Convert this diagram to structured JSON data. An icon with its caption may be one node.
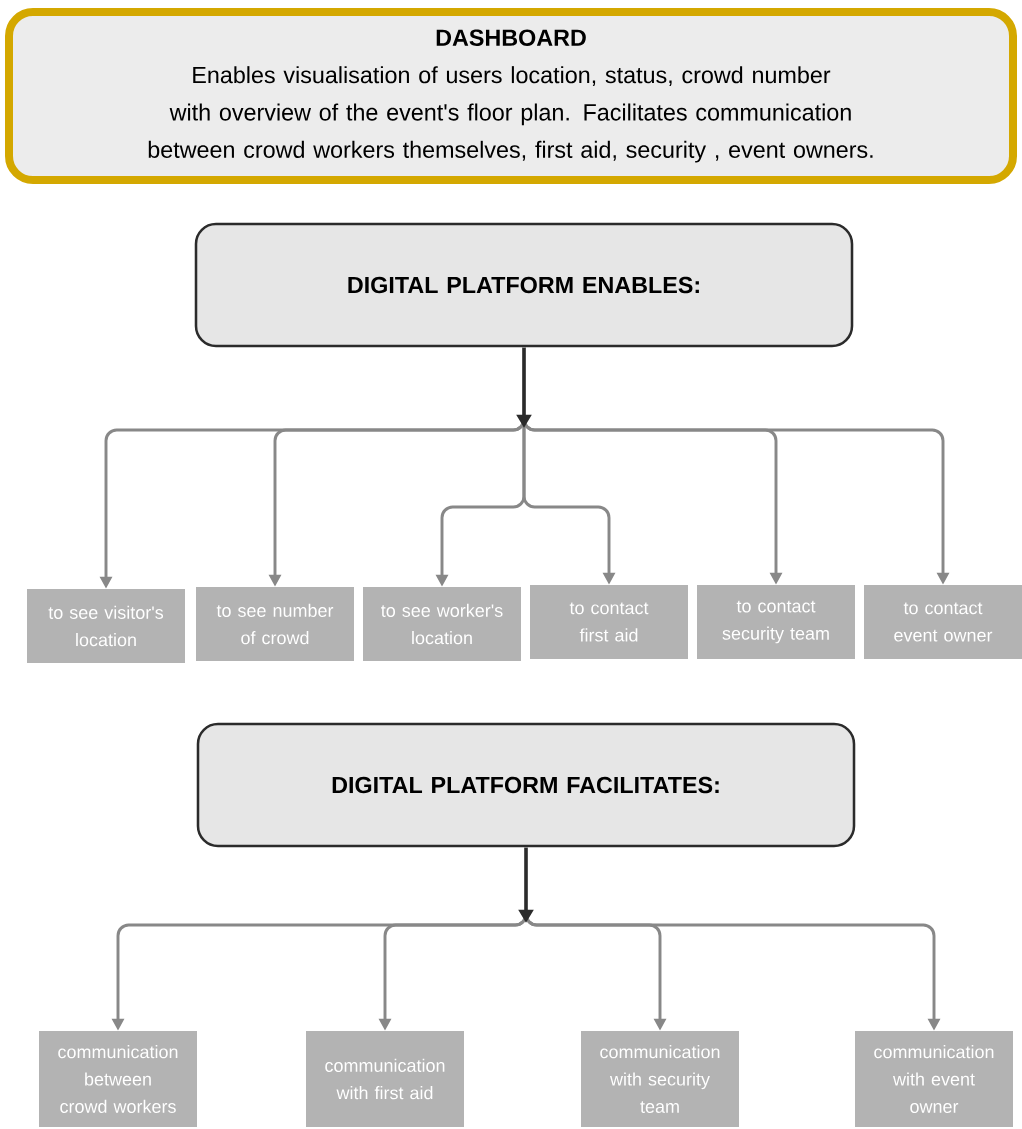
{
  "diagram": {
    "nodes": [
      {
        "text": [
          "DASHBOARD",
          "Enables visualisation of users location, status, crowd number with overview of the event's floor plan. Facilitates communication between crowd workers themselves, first aid, security , event owners."
        ]
      },
      {
        "text": [
          "DIGITAL PLATFORM ENABLES:"
        ]
      },
      {
        "text": [
          "to see visitor's location"
        ]
      },
      {
        "text": [
          "to see number of crowd"
        ]
      },
      {
        "text": [
          "to see worker's location"
        ]
      },
      {
        "text": [
          "to contact first aid"
        ]
      },
      {
        "text": [
          "to contact security team"
        ]
      },
      {
        "text": [
          "to contact event owner"
        ]
      },
      {
        "text": [
          "DIGITAL PLATFORM FACILITATES:"
        ]
      },
      {
        "text": [
          "communication between crowd workers"
        ]
      },
      {
        "text": [
          "communication with first aid"
        ]
      },
      {
        "text": [
          "communication with security team"
        ]
      },
      {
        "text": [
          "communication with event owner"
        ]
      }
    ],
    "edges": [
      {
        "from": 1,
        "to": 2,
        "arrow": "to"
      },
      {
        "from": 1,
        "to": 3,
        "arrow": "to"
      },
      {
        "from": 1,
        "to": 4,
        "arrow": "to"
      },
      {
        "from": 1,
        "to": 5,
        "arrow": "to"
      },
      {
        "from": 1,
        "to": 6,
        "arrow": "to"
      },
      {
        "from": 1,
        "to": 7,
        "arrow": "to"
      },
      {
        "from": 8,
        "to": 9,
        "arrow": "to"
      },
      {
        "from": 8,
        "to": 10,
        "arrow": "to"
      },
      {
        "from": 8,
        "to": 11,
        "arrow": "to"
      },
      {
        "from": 8,
        "to": 12,
        "arrow": "to"
      }
    ]
  }
}
